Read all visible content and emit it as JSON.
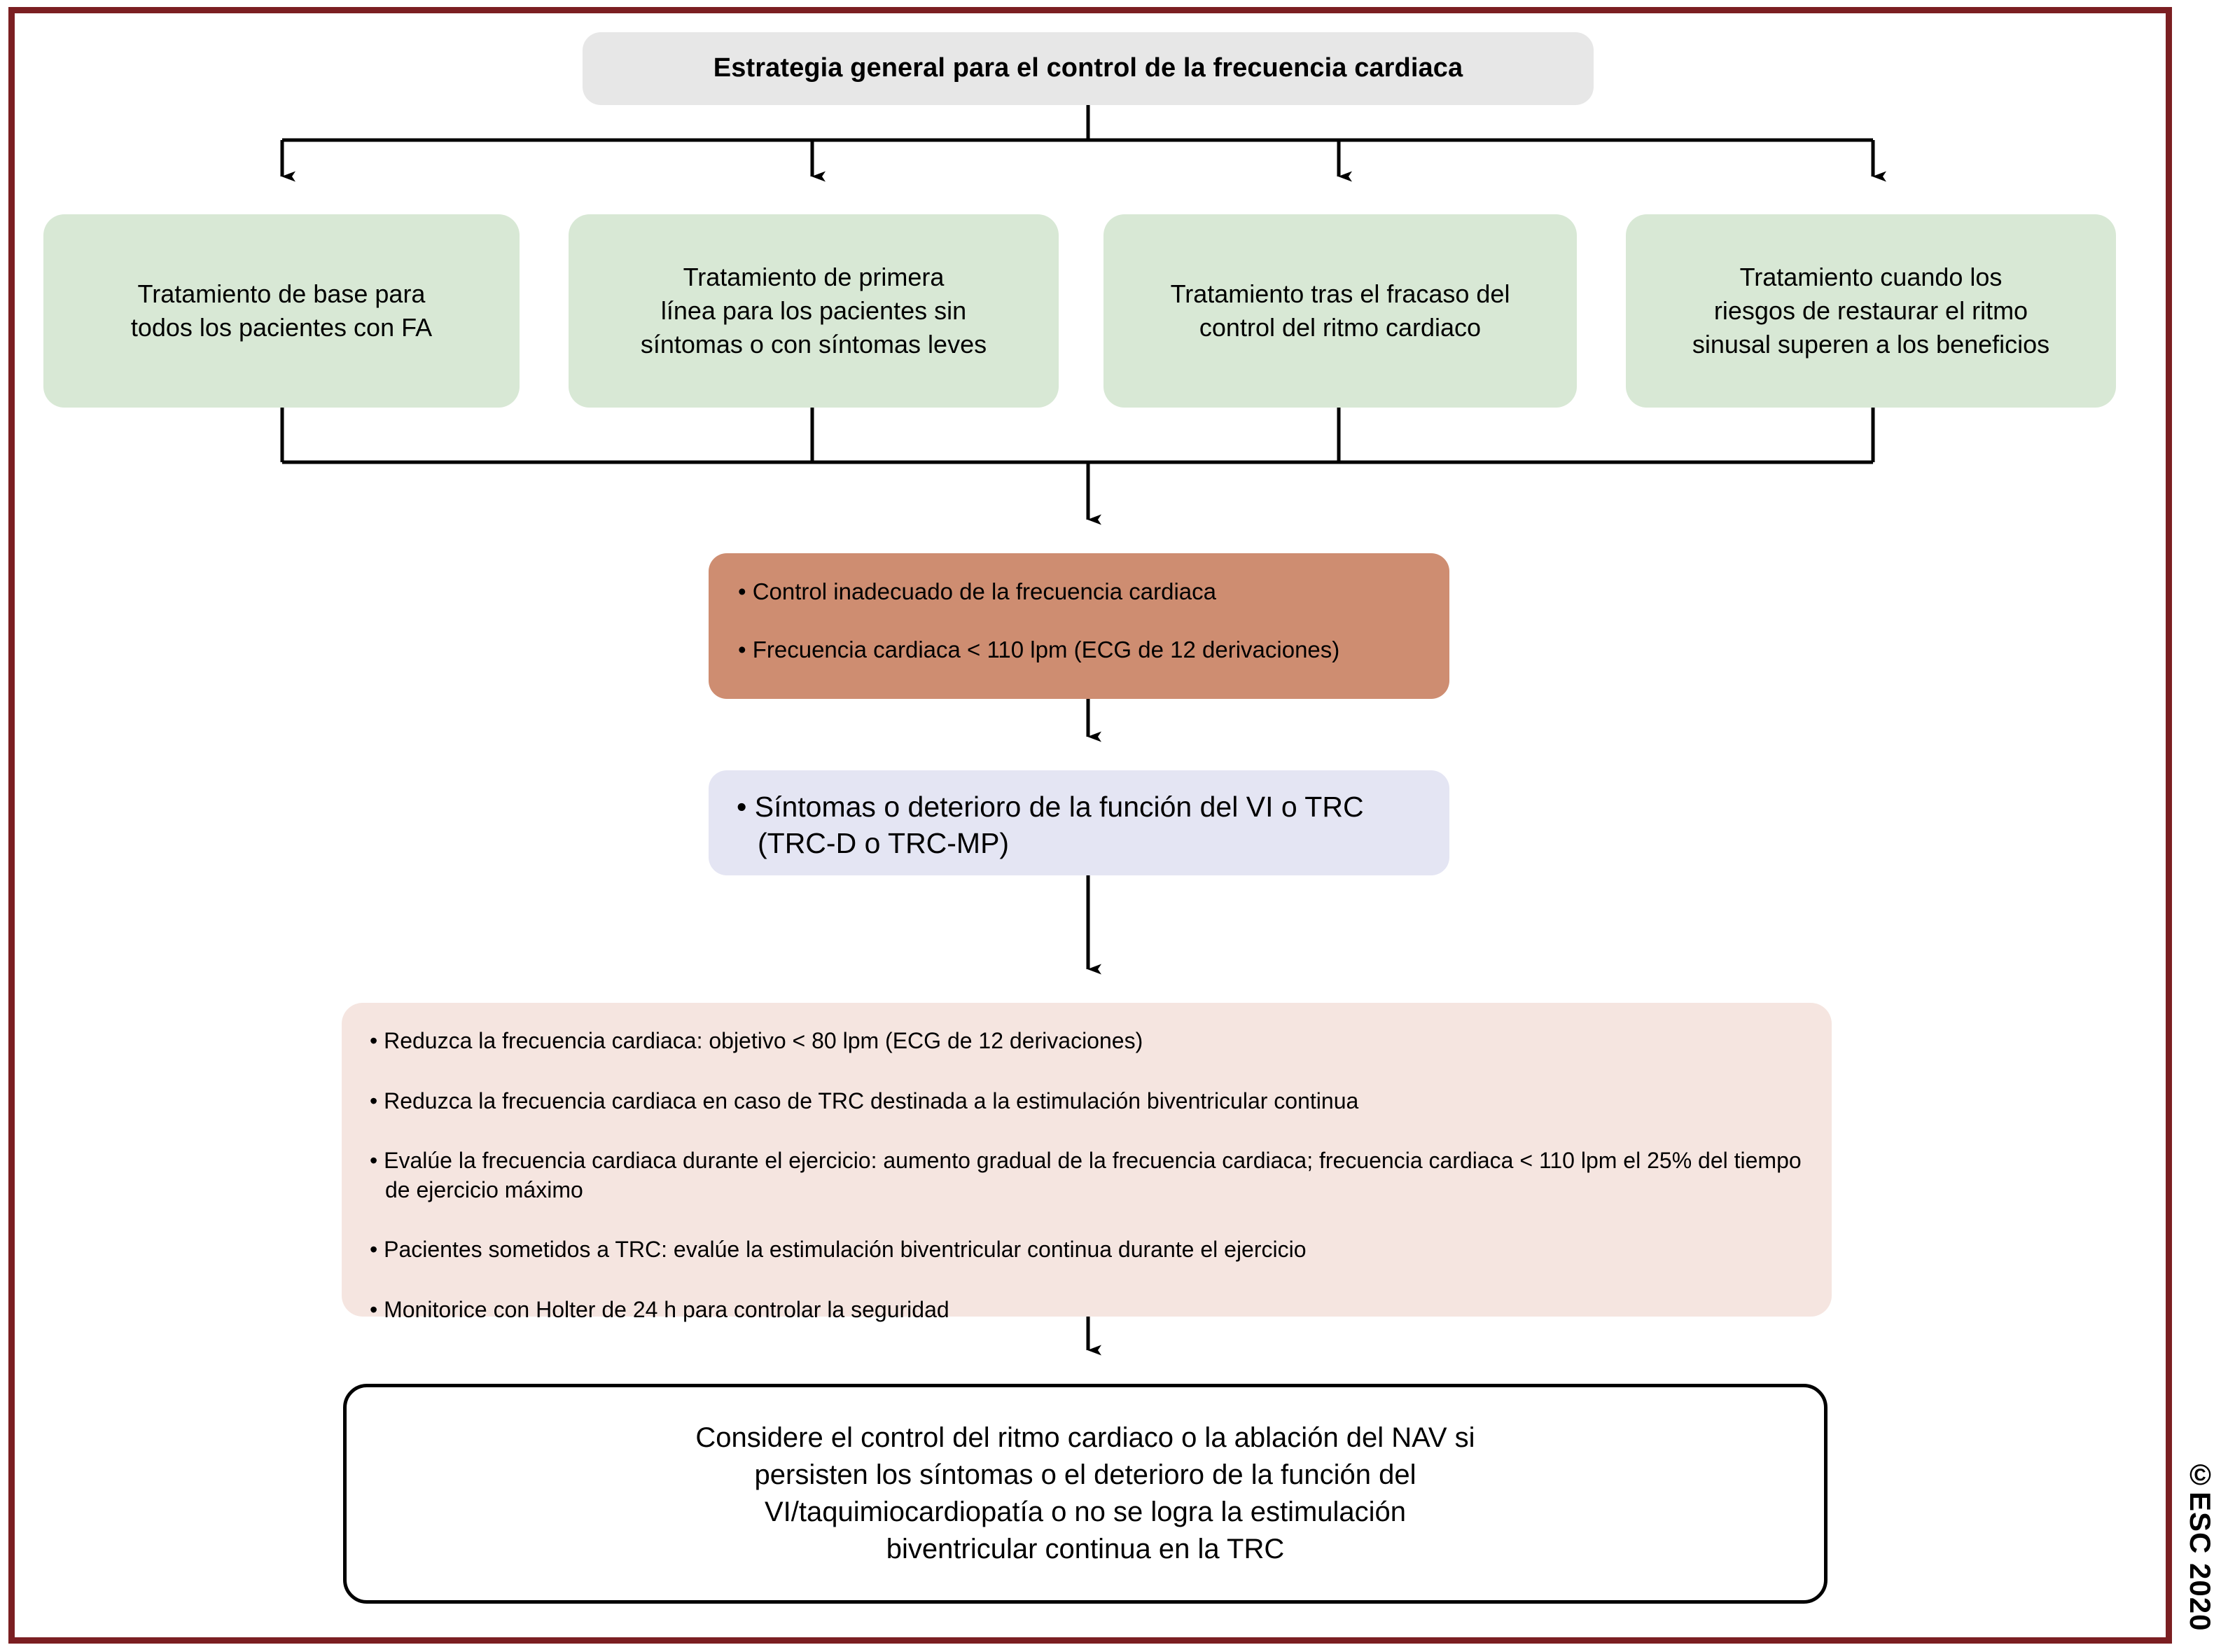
{
  "figure": {
    "border_color": "#7B1F22",
    "copyright": "©ESC 2020"
  },
  "title": {
    "text": "Estrategia general para el control de la frecuencia cardiaca",
    "bg": "#E7E7E7"
  },
  "branches": {
    "bg": "#D8E8D5",
    "items": [
      {
        "line1": "Tratamiento de base para",
        "line2": "todos los pacientes con FA",
        "line3": ""
      },
      {
        "line1": "Tratamiento de primera",
        "line2": "línea para los pacientes sin",
        "line3": "síntomas o con síntomas leves"
      },
      {
        "line1": "Tratamiento tras el fracaso del",
        "line2": "control del ritmo cardiaco",
        "line3": ""
      },
      {
        "line1": "Tratamiento cuando los",
        "line2": "riesgos de restaurar el ritmo",
        "line3": "sinusal superen a los beneficios"
      }
    ]
  },
  "assessment": {
    "bg": "#CE8D71",
    "bullets": [
      "Control inadecuado de la frecuencia cardiaca",
      "Frecuencia cardiaca < 110 lpm (ECG de 12 derivaciones)"
    ]
  },
  "symptoms": {
    "bg": "#E4E5F3",
    "bullets": [
      "Síntomas o deterioro de la función del VI o TRC (TRC-D o TRC-MP)"
    ]
  },
  "management": {
    "bg": "#F5E5E0",
    "bullets": [
      "Reduzca la frecuencia cardiaca: objetivo < 80 lpm (ECG de 12 derivaciones)",
      "Reduzca la frecuencia cardiaca en caso de TRC destinada a la estimulación biventricular continua",
      "Evalúe la frecuencia cardiaca durante el ejercicio: aumento gradual de la frecuencia cardiaca; frecuencia cardiaca < 110 lpm el 25% del tiempo de ejercicio máximo",
      "Pacientes sometidos a TRC: evalúe la estimulación biventricular continua durante el ejercicio",
      "Monitorice con Holter de 24 h para controlar la seguridad"
    ]
  },
  "outcome": {
    "line1": "Considere el control del ritmo cardiaco o la ablación del NAV si",
    "line2": "persisten los síntomas o el deterioro de la función del",
    "line3": "VI/taquimiocardiopatía o no se logra la estimulación",
    "line4": "biventricular continua en la TRC"
  }
}
